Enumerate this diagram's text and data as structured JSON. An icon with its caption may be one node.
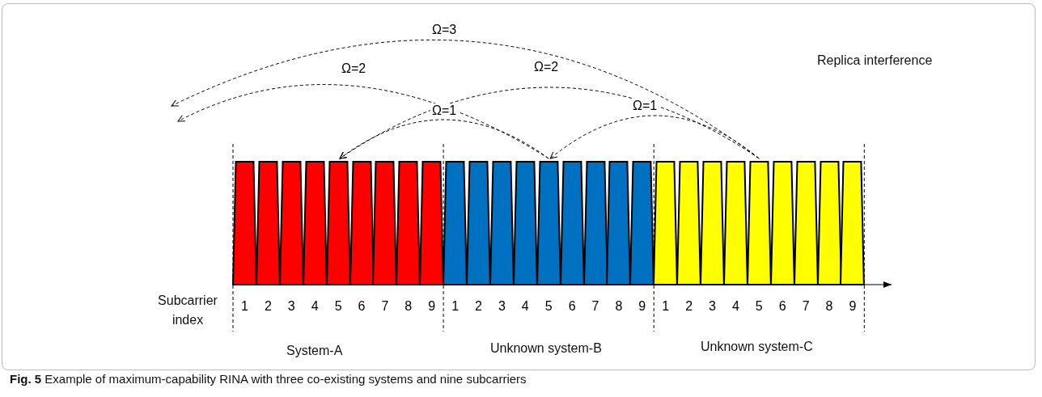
{
  "diagram": {
    "caption": "**Fig. 5** Example of maximum-capability RINA with three co-existing systems and nine subcarriers",
    "nodes": [
      {
        "text": [],
        "shape": "bar",
        "beside": [
          "1"
        ]
      },
      {
        "text": [],
        "shape": "bar",
        "beside": [
          "2"
        ]
      },
      {
        "text": [],
        "shape": "bar",
        "beside": [
          "3"
        ]
      },
      {
        "text": [],
        "shape": "bar",
        "beside": [
          "4"
        ]
      },
      {
        "text": [],
        "shape": "bar",
        "beside": [
          "5"
        ]
      },
      {
        "text": [],
        "shape": "bar",
        "beside": [
          "6"
        ]
      },
      {
        "text": [],
        "shape": "bar",
        "beside": [
          "7"
        ]
      },
      {
        "text": [],
        "shape": "bar",
        "beside": [
          "8"
        ]
      },
      {
        "text": [],
        "shape": "bar",
        "beside": [
          "9"
        ]
      },
      {
        "text": [],
        "shape": "bar",
        "beside": [
          "1"
        ]
      },
      {
        "text": [],
        "shape": "bar",
        "beside": [
          "2"
        ]
      },
      {
        "text": [],
        "shape": "bar",
        "beside": [
          "3"
        ]
      },
      {
        "text": [],
        "shape": "bar",
        "beside": [
          "4"
        ]
      },
      {
        "text": [],
        "shape": "bar",
        "beside": [
          "5"
        ]
      },
      {
        "text": [],
        "shape": "bar",
        "beside": [
          "6"
        ]
      },
      {
        "text": [],
        "shape": "bar",
        "beside": [
          "7"
        ]
      },
      {
        "text": [],
        "shape": "bar",
        "beside": [
          "8"
        ]
      },
      {
        "text": [],
        "shape": "bar",
        "beside": [
          "9"
        ]
      },
      {
        "text": [],
        "shape": "bar",
        "beside": [
          "1"
        ]
      },
      {
        "text": [],
        "shape": "bar",
        "beside": [
          "2"
        ]
      },
      {
        "text": [],
        "shape": "bar",
        "beside": [
          "3"
        ]
      },
      {
        "text": [],
        "shape": "bar",
        "beside": [
          "4"
        ]
      },
      {
        "text": [],
        "shape": "bar",
        "beside": [
          "5"
        ]
      },
      {
        "text": [],
        "shape": "bar",
        "beside": [
          "6"
        ]
      },
      {
        "text": [],
        "shape": "bar",
        "beside": [
          "7"
        ]
      },
      {
        "text": [],
        "shape": "bar",
        "beside": [
          "8"
        ]
      },
      {
        "text": [],
        "shape": "bar",
        "beside": [
          "9"
        ]
      }
    ],
    "edges": [
      {
        "from": 13,
        "to": null,
        "arrow": "to",
        "label": "Ω=2",
        "style": "dashed"
      },
      {
        "from": 13,
        "to": 4,
        "arrow": "to",
        "label": "Ω=1",
        "style": "dashed"
      },
      {
        "from": 22,
        "to": null,
        "arrow": "to",
        "label": "Ω=3",
        "style": "dashed"
      },
      {
        "from": 22,
        "to": 4,
        "arrow": "to",
        "label": "Ω=2",
        "style": "dashed"
      },
      {
        "from": 22,
        "to": 13,
        "arrow": "to",
        "label": "Ω=1",
        "style": "dashed"
      }
    ],
    "labels": [
      "Replica interference",
      "Subcarrier index",
      "System-A",
      "Unknown system-B",
      "Unknown system-C"
    ]
  }
}
